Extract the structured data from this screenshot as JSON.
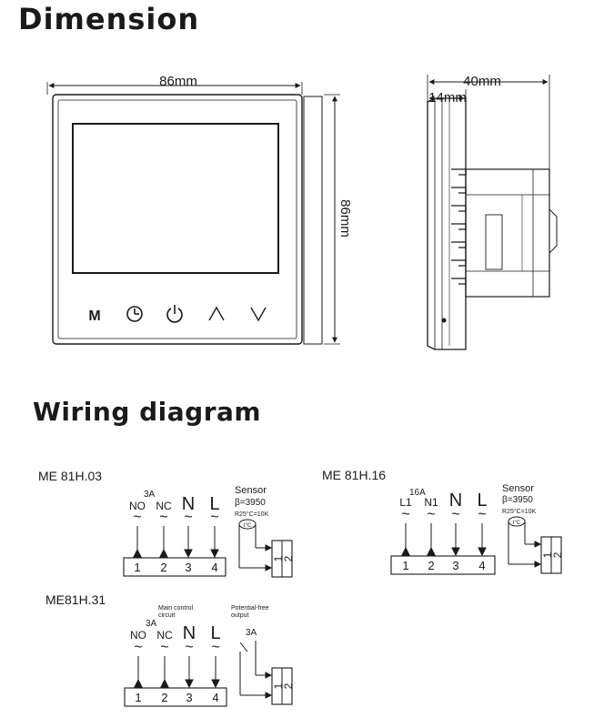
{
  "headings": {
    "dimension": "Dimension",
    "wiring": "Wiring diagram"
  },
  "dimensions": {
    "front_width": "86mm",
    "front_height": "86mm",
    "depth_total": "40mm",
    "depth_front": "14mm"
  },
  "buttons": [
    "M",
    "clock-icon",
    "power-icon",
    "up-arrow-icon",
    "down-arrow-icon"
  ],
  "wiring": {
    "model_a": {
      "name": "ME 81H.03",
      "current": "3A",
      "terms": [
        "NO",
        "NC",
        "N",
        "L"
      ],
      "tilde": "~",
      "pins": [
        "1",
        "2",
        "3",
        "4"
      ],
      "sensor_title": "Sensor",
      "sensor_beta": "β=3950",
      "sensor_r": "R25°C=10K",
      "sensor_symbol": "t°C",
      "sensor_pins": [
        "1",
        "2"
      ]
    },
    "model_b": {
      "name": "ME 81H.16",
      "current": "16A",
      "terms": [
        "L1",
        "N1",
        "N",
        "L"
      ],
      "tilde": "~",
      "pins": [
        "1",
        "2",
        "3",
        "4"
      ],
      "sensor_title": "Sensor",
      "sensor_beta": "β=3950",
      "sensor_r": "R25°C=10K",
      "sensor_symbol": "t°C",
      "sensor_pins": [
        "1",
        "2"
      ]
    },
    "model_c": {
      "name": "ME81H.31",
      "current": "3A",
      "main_control_1": "Main control",
      "main_control_2": "circuit",
      "potential_1": "Potential-free",
      "potential_2": "output",
      "relay_current": "3A",
      "terms": [
        "NO",
        "NC",
        "N",
        "L"
      ],
      "tilde": "~",
      "pins": [
        "1",
        "2",
        "3",
        "4"
      ],
      "out_pins": [
        "1",
        "2"
      ]
    }
  }
}
